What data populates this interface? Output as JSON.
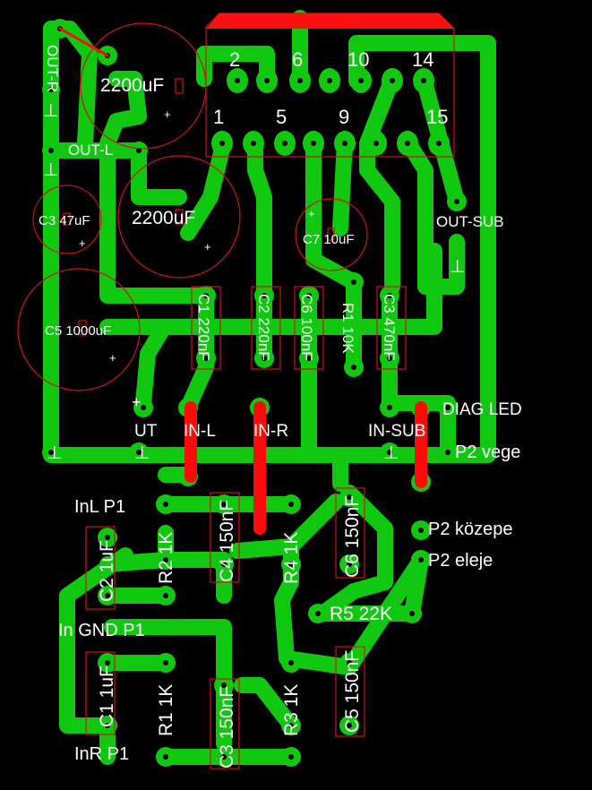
{
  "ic": {
    "pins_top": [
      "2",
      "6",
      "10",
      "14"
    ],
    "pins_bottom": [
      "1",
      "5",
      "9",
      "15"
    ]
  },
  "capacitors": {
    "c_top": "2200uF",
    "c_mid": "2200uF",
    "c3": "C3 47uF",
    "c5": "C5 1000uF",
    "c7": "C7 10uF"
  },
  "vertical_parts": {
    "c1_220n": "C1 220nF",
    "c2_220n": "C2 220nF",
    "c6_100n": "C6 100nF",
    "r1_10k": "R1 10K",
    "c3_470n": "C3 470nF"
  },
  "connectors": {
    "out_r": "OUT-R",
    "out_l": "OUT-L",
    "out_sub": "OUT-SUB",
    "ut": "UT",
    "in_l": "IN-L",
    "in_r": "IN-R",
    "in_sub": "IN-SUB",
    "diag_led": "DIAG LED",
    "p2_vege": "P2 vege",
    "p2_kozepe": "P2 közepe",
    "p2_eleje": "P2 eleje",
    "inl_p1": "InL P1",
    "ingnd_p1": "In GND P1",
    "inr_p1": "InR P1"
  },
  "lower_parts": {
    "c2_1uf": "C2 1uF",
    "r2_1k": "R2 1K",
    "c4_150nf": "C4 150nF",
    "r4_1k": "R4 1K",
    "c6_150nf": "C6 150nF",
    "r5_22k": "R5 22K",
    "c1_1uf": "C1 1uF",
    "r1_1k": "R1 1K",
    "c3_150nf": "C3 150nF",
    "r3_1k": "R3 1K",
    "c5_150nf": "C5 150nF"
  },
  "symbols": {
    "plus": "+",
    "ground": "⊥"
  }
}
